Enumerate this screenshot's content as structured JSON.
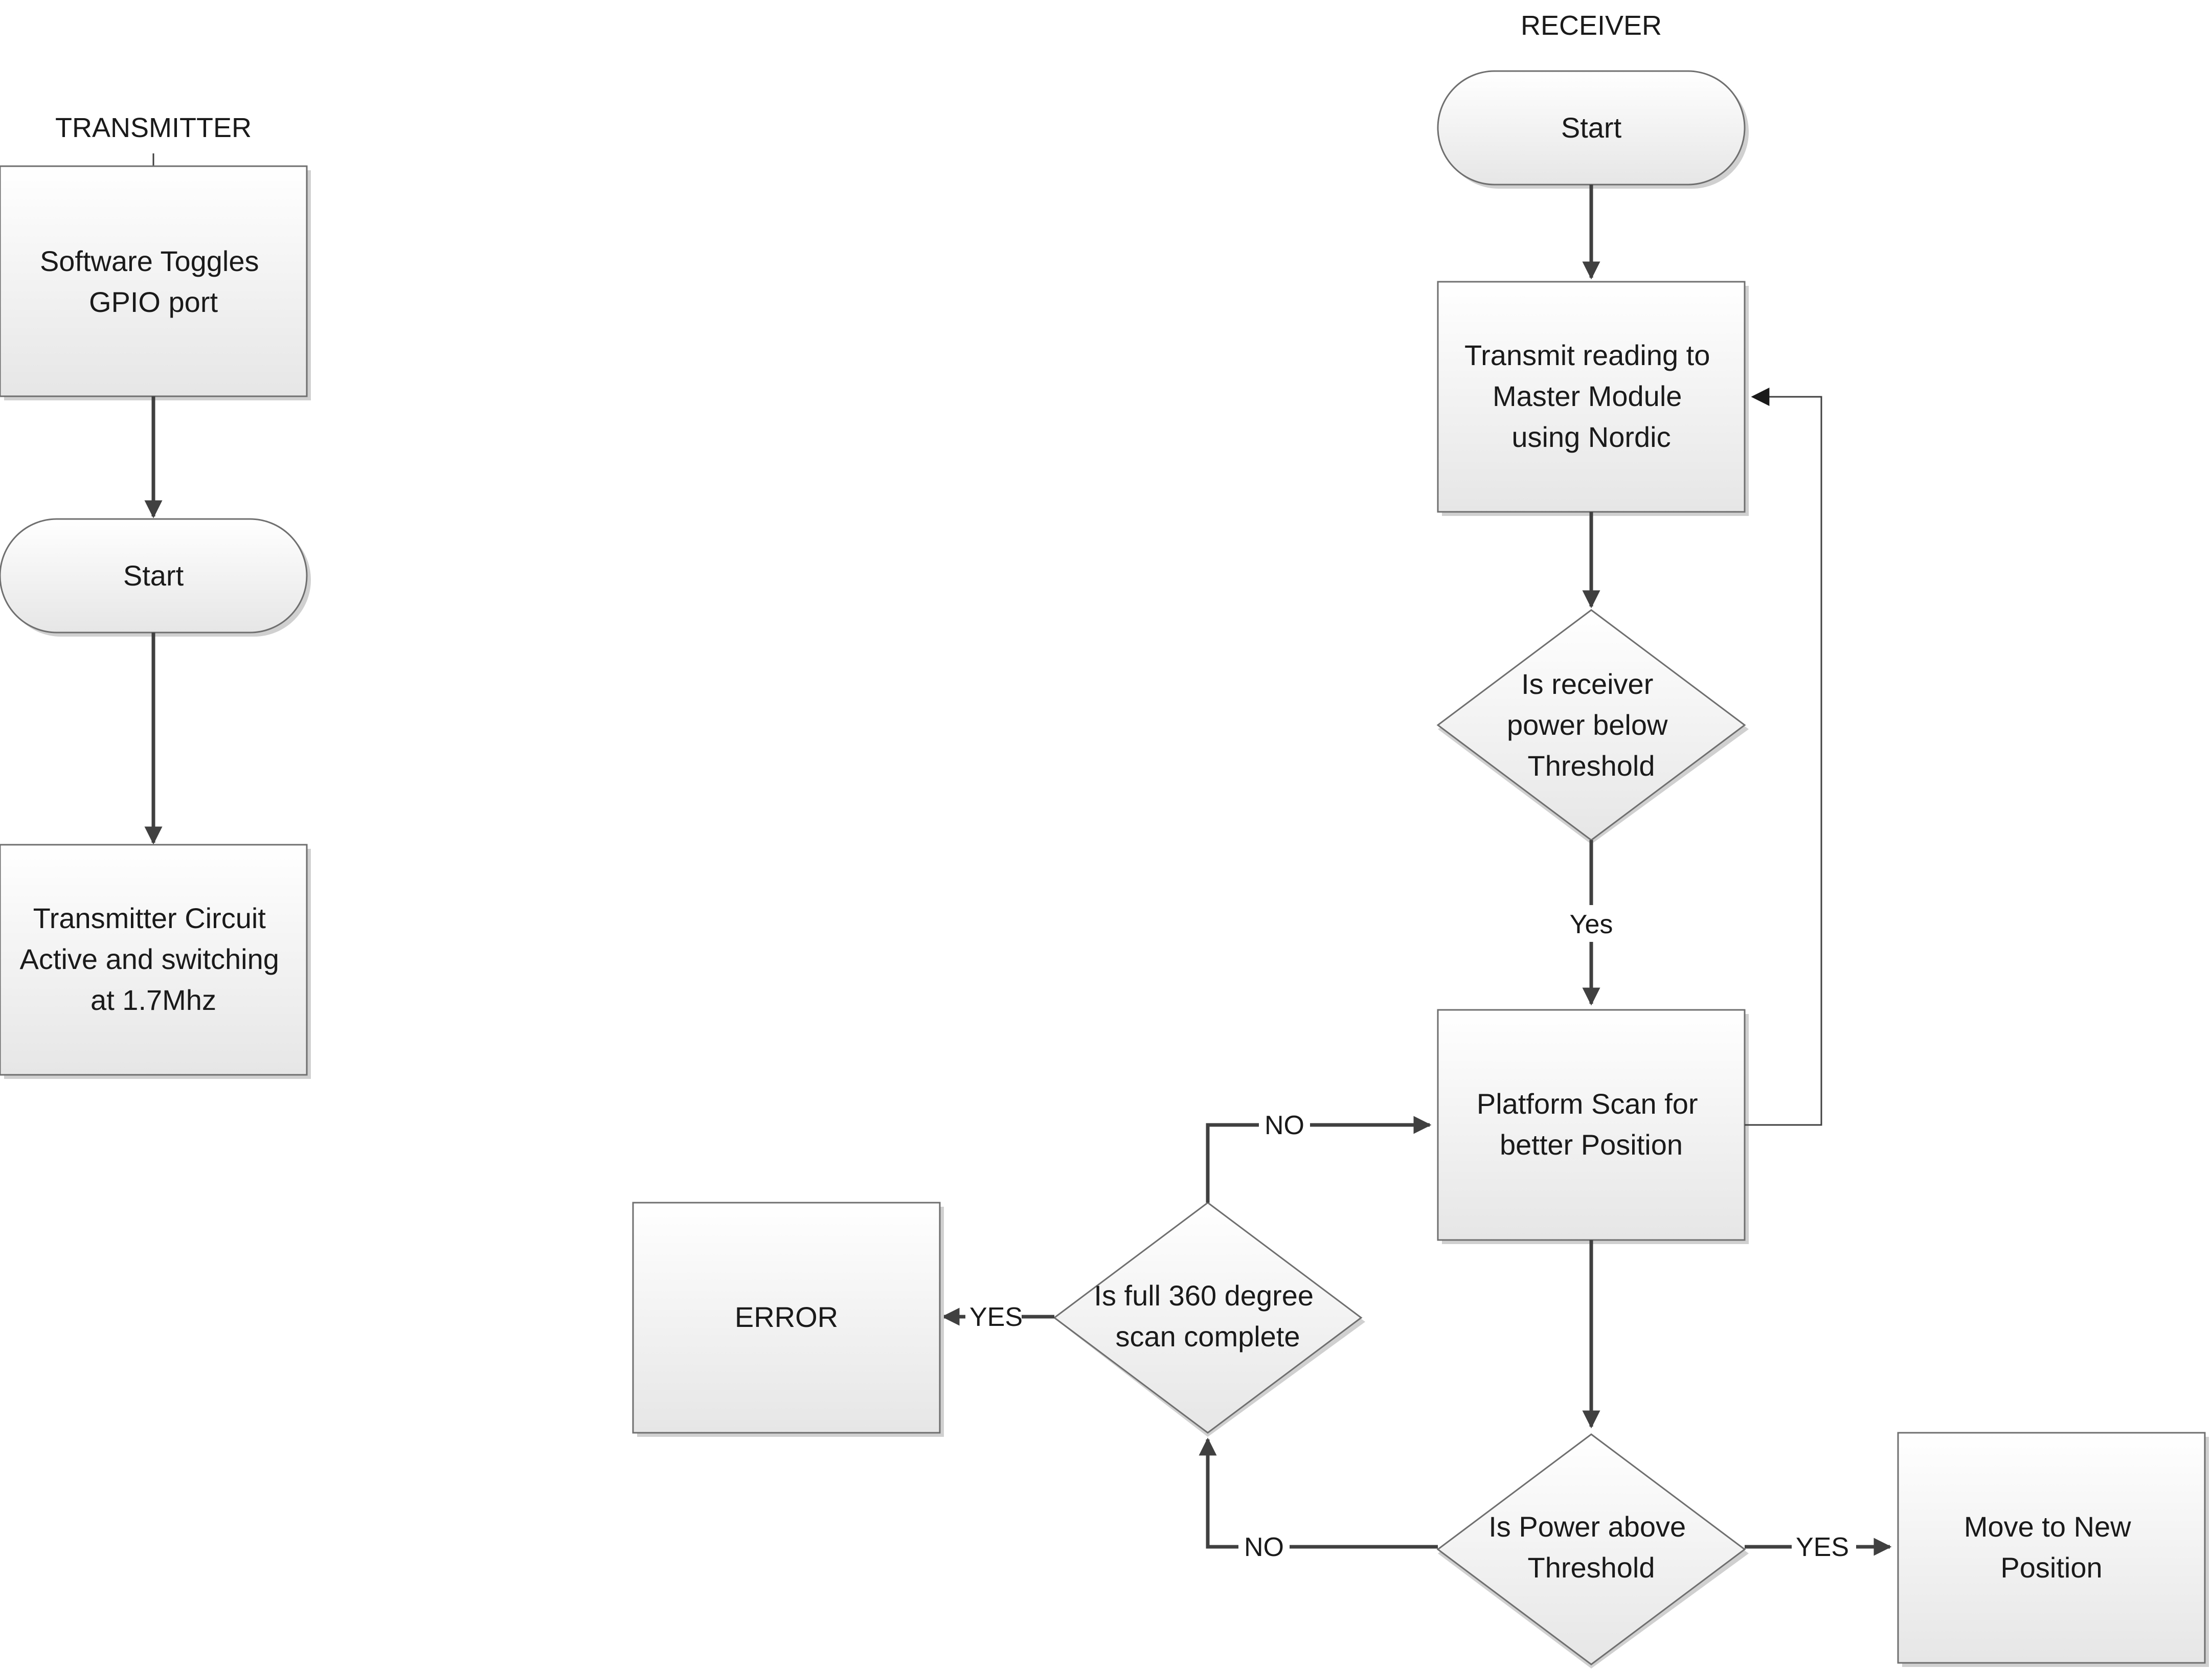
{
  "sections": {
    "transmitter": "TRANSMITTER",
    "receiver": "RECEIVER"
  },
  "nodes": {
    "tx_software": [
      "Software Toggles",
      "GPIO port"
    ],
    "tx_start": [
      "Start"
    ],
    "tx_circuit": [
      "Transmitter Circuit",
      "Active and switching",
      "at 1.7Mhz"
    ],
    "rx_start": [
      "Start"
    ],
    "rx_transmit": [
      "Transmit reading to",
      "Master Module",
      "using Nordic"
    ],
    "rx_power_below": [
      "Is receiver",
      "power below",
      "Threshold"
    ],
    "rx_platform_scan": [
      "Platform Scan for",
      "better Position"
    ],
    "rx_full_scan": [
      "Is full 360 degree",
      "scan complete"
    ],
    "rx_error": [
      "ERROR"
    ],
    "rx_power_above": [
      "Is Power above",
      "Threshold"
    ],
    "rx_move": [
      "Move to New",
      "Position"
    ]
  },
  "edges": {
    "yes_below": "Yes",
    "no_to_scan": "NO",
    "yes_error": "YES",
    "no_from_above": "NO",
    "yes_move": "YES"
  },
  "colors": {
    "shape_fill_top": "#ffffff",
    "shape_fill_bottom": "#e6e6e6",
    "shape_stroke": "#6f6f6f",
    "connector": "#404040",
    "shadow": "#d0d0d0"
  }
}
